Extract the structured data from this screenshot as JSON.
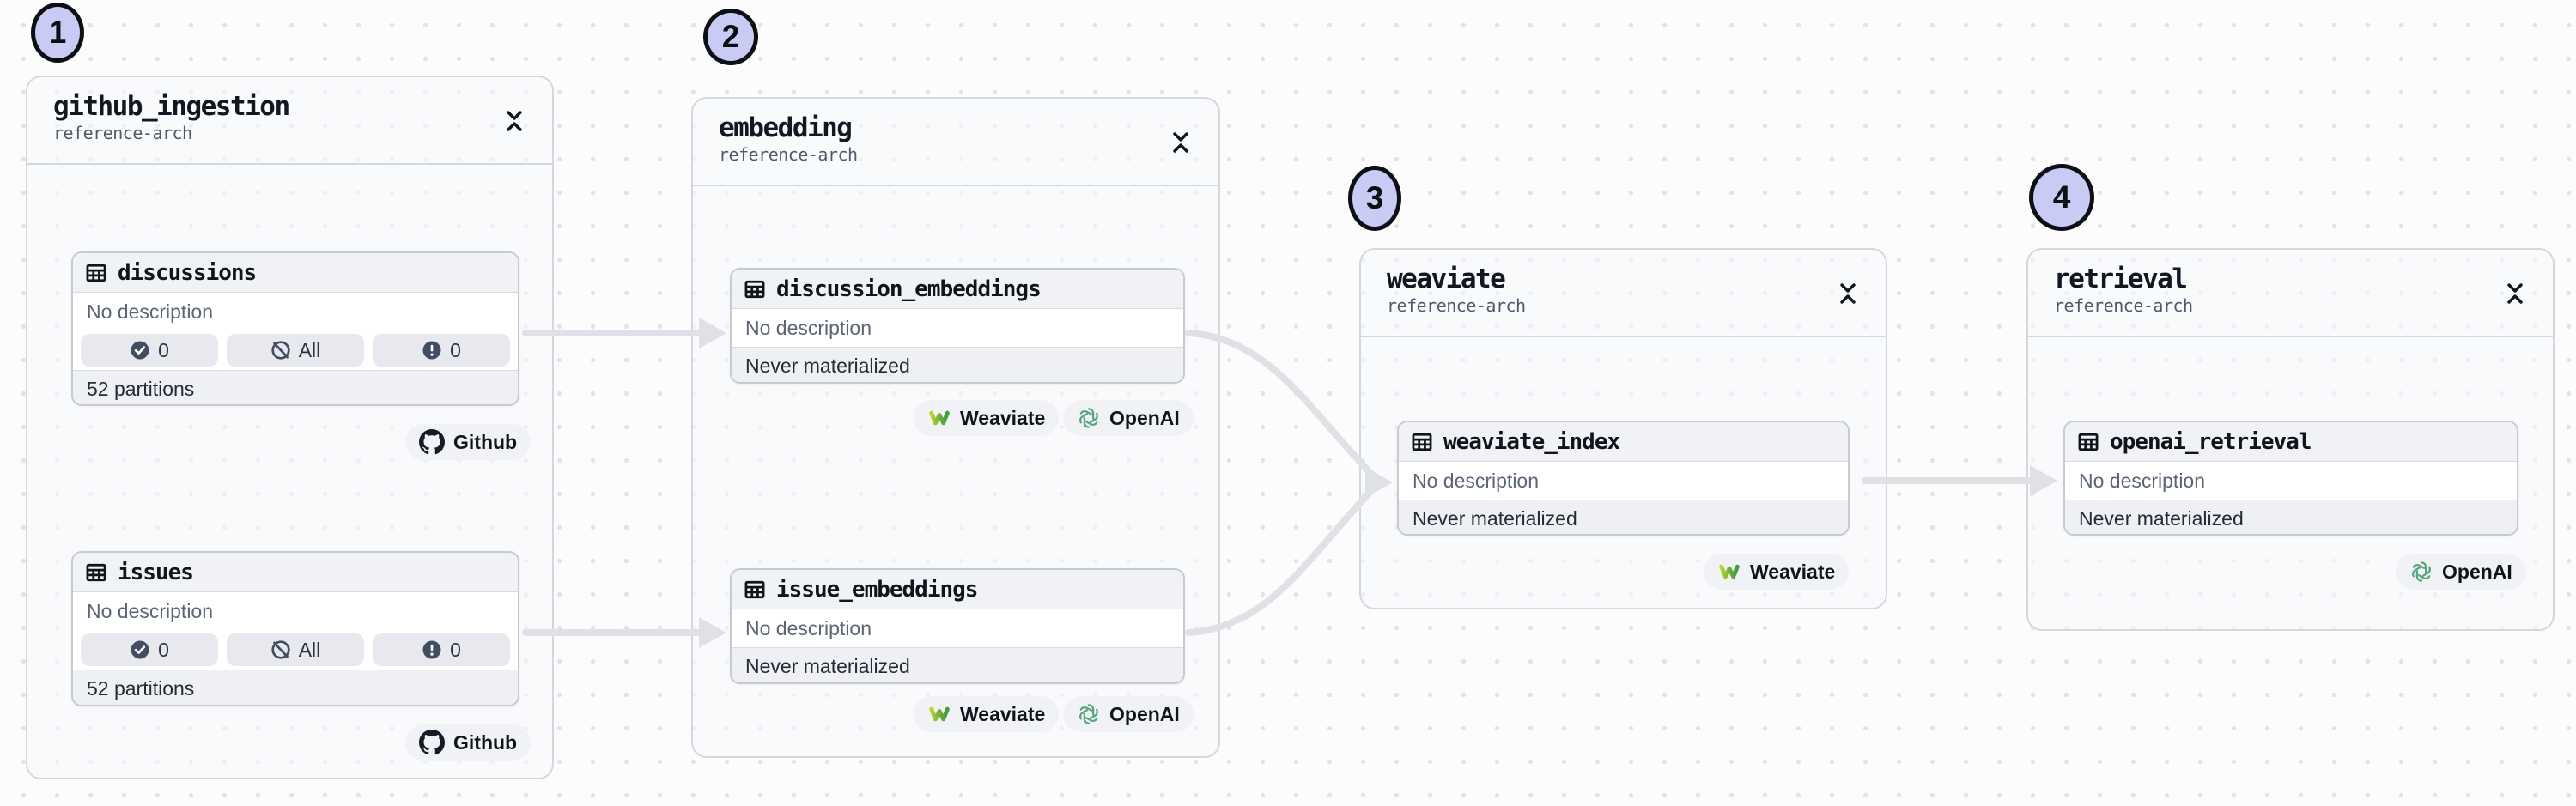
{
  "diagram": {
    "groups": [
      {
        "step": "1",
        "title": "github_ingestion",
        "subtitle": "reference-arch",
        "assets": [
          {
            "name": "discussions",
            "description": "No description",
            "footer": "52 partitions",
            "pills": [
              {
                "icon": "check-circle",
                "label": "0"
              },
              {
                "icon": "slash-circle",
                "label": "All"
              },
              {
                "icon": "alert-circle",
                "label": "0"
              }
            ],
            "tags": [
              {
                "icon": "github",
                "label": "Github"
              }
            ]
          },
          {
            "name": "issues",
            "description": "No description",
            "footer": "52 partitions",
            "pills": [
              {
                "icon": "check-circle",
                "label": "0"
              },
              {
                "icon": "slash-circle",
                "label": "All"
              },
              {
                "icon": "alert-circle",
                "label": "0"
              }
            ],
            "tags": [
              {
                "icon": "github",
                "label": "Github"
              }
            ]
          }
        ]
      },
      {
        "step": "2",
        "title": "embedding",
        "subtitle": "reference-arch",
        "assets": [
          {
            "name": "discussion_embeddings",
            "description": "No description",
            "footer": "Never materialized",
            "tags": [
              {
                "icon": "weaviate",
                "label": "Weaviate"
              },
              {
                "icon": "openai",
                "label": "OpenAI"
              }
            ]
          },
          {
            "name": "issue_embeddings",
            "description": "No description",
            "footer": "Never materialized",
            "tags": [
              {
                "icon": "weaviate",
                "label": "Weaviate"
              },
              {
                "icon": "openai",
                "label": "OpenAI"
              }
            ]
          }
        ]
      },
      {
        "step": "3",
        "title": "weaviate",
        "subtitle": "reference-arch",
        "assets": [
          {
            "name": "weaviate_index",
            "description": "No description",
            "footer": "Never materialized",
            "tags": [
              {
                "icon": "weaviate",
                "label": "Weaviate"
              }
            ]
          }
        ]
      },
      {
        "step": "4",
        "title": "retrieval",
        "subtitle": "reference-arch",
        "assets": [
          {
            "name": "openai_retrieval",
            "description": "No description",
            "footer": "Never materialized",
            "tags": [
              {
                "icon": "openai",
                "label": "OpenAI"
              }
            ]
          }
        ]
      }
    ],
    "edges": [
      {
        "from": "discussions",
        "to": "discussion_embeddings"
      },
      {
        "from": "issues",
        "to": "issue_embeddings"
      },
      {
        "from": "discussion_embeddings",
        "to": "weaviate_index"
      },
      {
        "from": "issue_embeddings",
        "to": "weaviate_index"
      },
      {
        "from": "weaviate_index",
        "to": "openai_retrieval"
      }
    ],
    "colors": {
      "step_badge_fill": "#c9cbf4",
      "edge": "#e0e1e6",
      "panel_border": "#d5d7de",
      "node_border": "#c7cad3",
      "github_icon": "#171b26",
      "openai_green": "#58a47e",
      "weaviate_yellow": "#bcd32f",
      "weaviate_green": "#3f9e3c"
    }
  }
}
